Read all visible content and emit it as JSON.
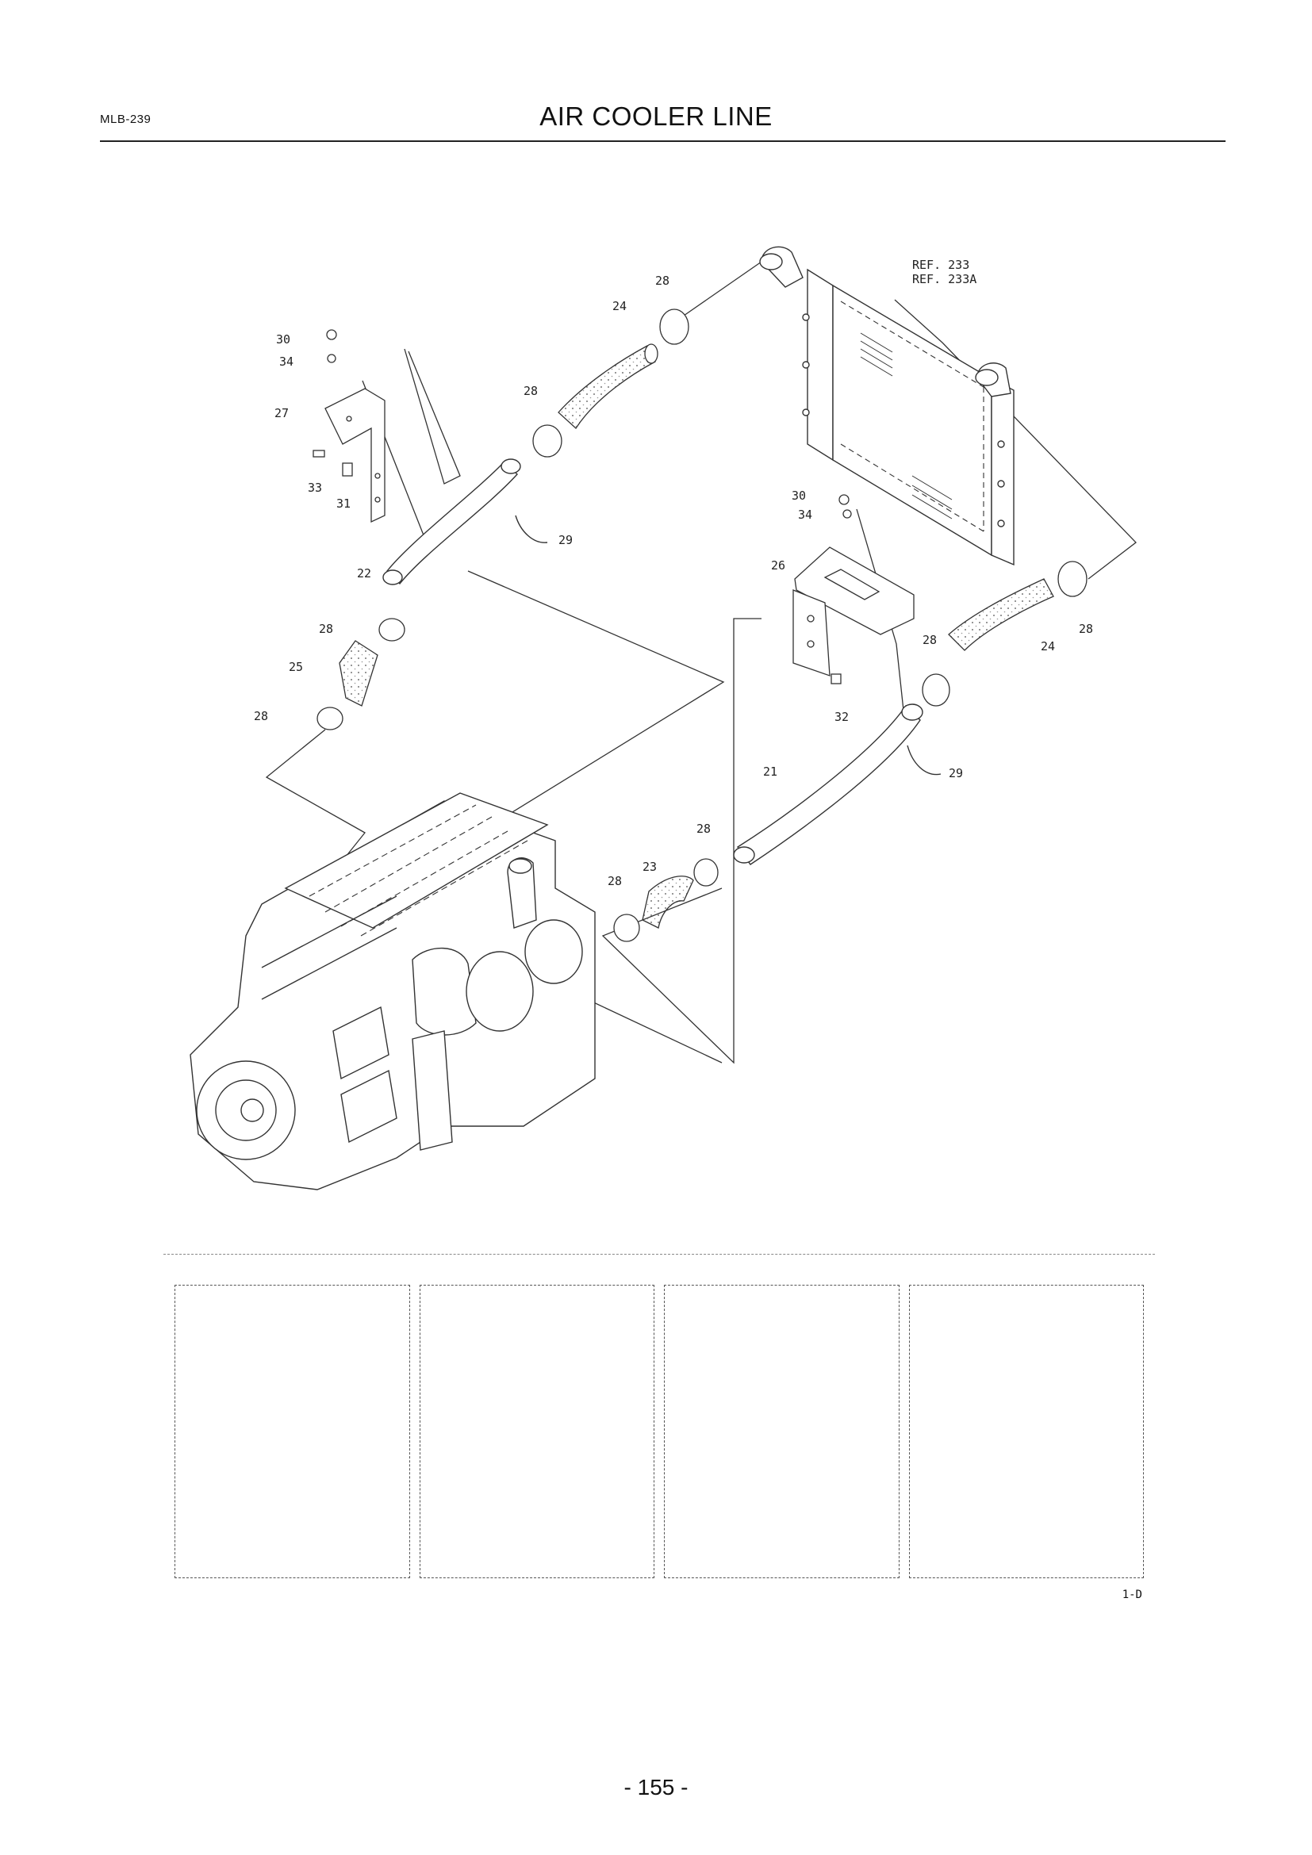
{
  "header": {
    "code": "MLB-239",
    "title": "AIR COOLER LINE"
  },
  "diagram": {
    "callouts": {
      "ref_233": "REF. 233",
      "ref_233a": "REF. 233A",
      "c30_top": "30",
      "c34_top": "34",
      "c27": "27",
      "c33": "33",
      "c31": "31",
      "c24_top": "24",
      "c28_top": "28",
      "c28_upper_mid": "28",
      "c29_upper": "29",
      "c22": "22",
      "c28_mid_left": "28",
      "c25": "25",
      "c28_low_left": "28",
      "c30_mid": "30",
      "c34_mid": "34",
      "c26": "26",
      "c32": "32",
      "c28_right": "28",
      "c24_right": "24",
      "c28_right_mid": "28",
      "c21": "21",
      "c29_lower": "29",
      "c28_lower_a": "28",
      "c23": "23",
      "c28_lower_b": "28"
    }
  },
  "footer": {
    "revision": "1-D",
    "page_number": "- 155 -"
  }
}
